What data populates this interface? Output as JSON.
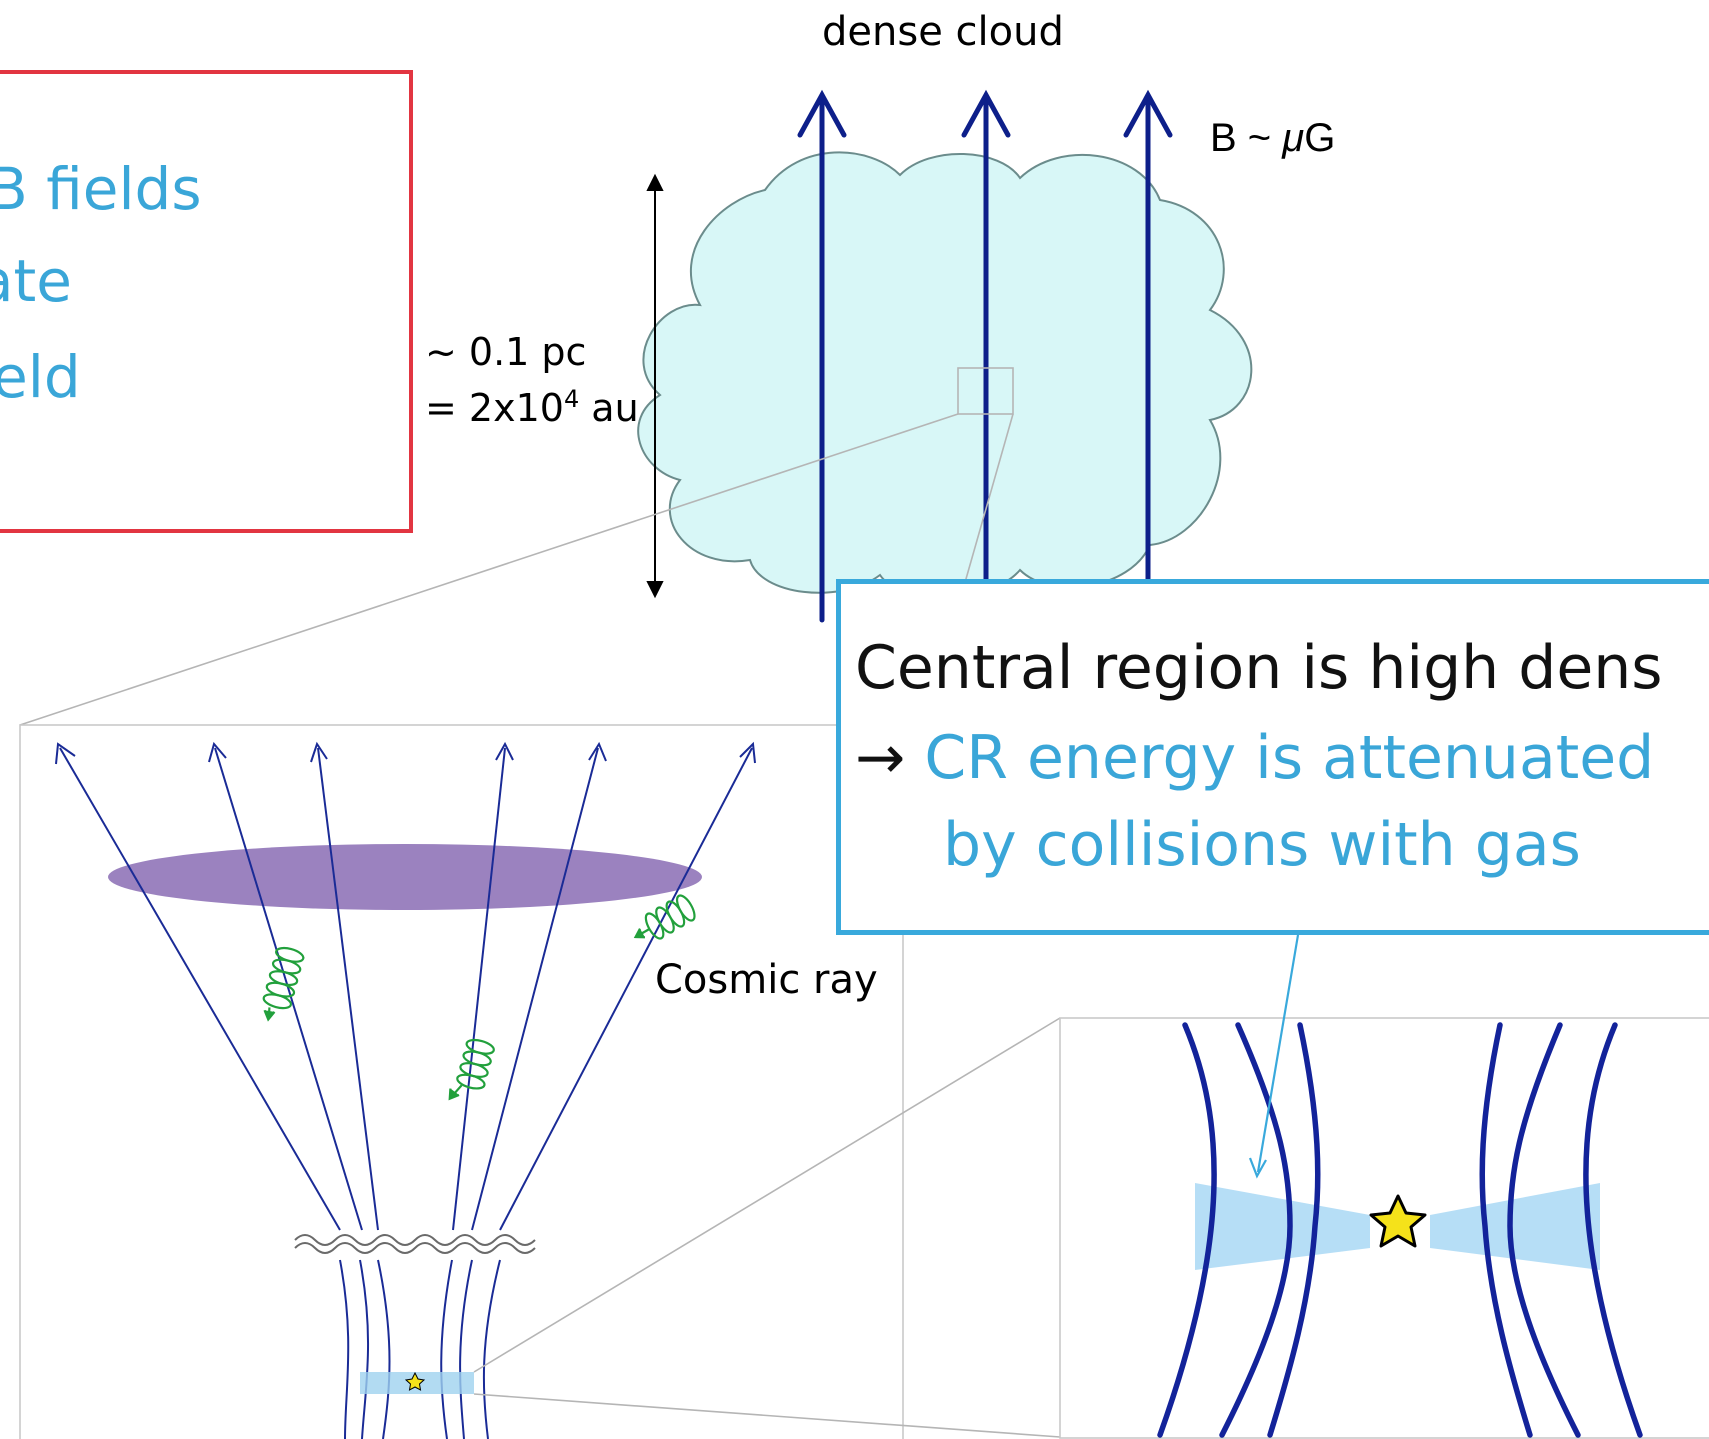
{
  "top": {
    "title": "dense cloud",
    "b_label_prefix": "B ~ ",
    "b_label_mu": "μ",
    "b_label_suffix": "G",
    "scale_line1": "~ 0.1 pc",
    "scale_line2_prefix": "= 2x10",
    "scale_line2_exp": "4",
    "scale_line2_suffix": " au"
  },
  "left_panel": {
    "cosmic_ray_label": "Cosmic ray"
  },
  "red_box": {
    "lines": [
      "B fields",
      "ate",
      "ield"
    ]
  },
  "blue_box": {
    "line1": "Central region is high dens",
    "arrow": "→",
    "line2": "CR energy is attenuated",
    "line3": "by collisions with gas"
  },
  "colors": {
    "field_line": "#0d1f8a",
    "cloud_fill": "#d8f7f7",
    "disk_fill": "#9b82bf",
    "helix": "#22a03c",
    "red_border": "#e23541",
    "blue_border": "#39a9dc",
    "accent_text": "#3aa6d8",
    "star": "#f5e21a"
  }
}
